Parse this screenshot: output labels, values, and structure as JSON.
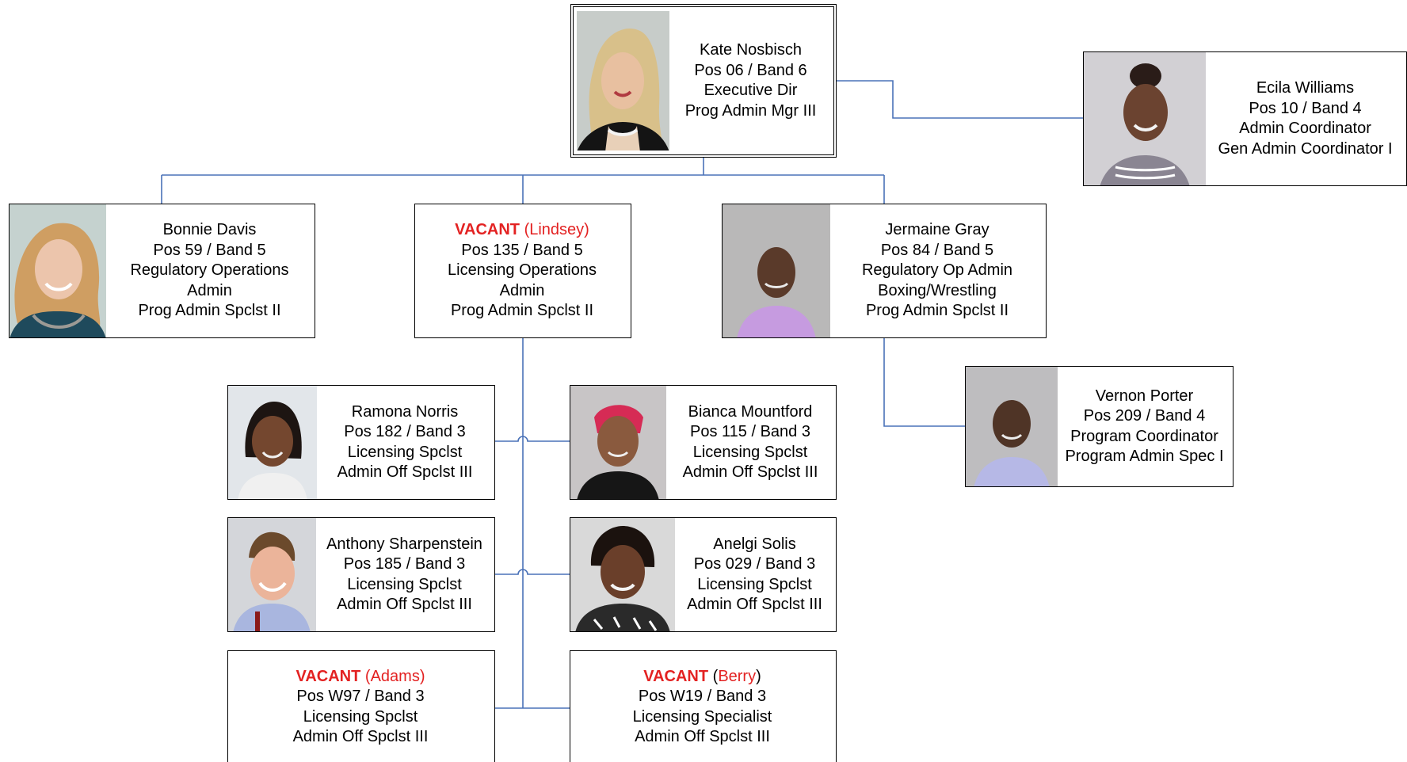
{
  "chart": {
    "line_color": "#4a72b8",
    "vacant_color": "#e32222"
  },
  "people": {
    "kate": {
      "name": "Kate Nosbisch",
      "pos": "Pos 06 / Band 6",
      "role": "Executive Dir",
      "title": "Prog Admin Mgr III"
    },
    "ecila": {
      "name": "Ecila Williams",
      "pos": "Pos 10 / Band 4",
      "role": "Admin Coordinator",
      "title": "Gen Admin Coordinator I"
    },
    "bonnie": {
      "name": "Bonnie Davis",
      "pos": "Pos 59 / Band 5",
      "role1": "Regulatory Operations",
      "role2": "Admin",
      "title": "Prog Admin Spclst II"
    },
    "lindsey": {
      "vacant": "VACANT",
      "paren": "(Lindsey)",
      "pos": "Pos 135 / Band 5",
      "role1": "Licensing Operations",
      "role2": "Admin",
      "title": "Prog Admin Spclst II"
    },
    "jermaine": {
      "name": "Jermaine Gray",
      "pos": "Pos 84 / Band 5",
      "role1": "Regulatory Op Admin",
      "role2": "Boxing/Wrestling",
      "title": "Prog Admin Spclst II"
    },
    "vernon": {
      "name": "Vernon Porter",
      "pos": "Pos 209 / Band 4",
      "role": "Program Coordinator",
      "title": "Program Admin Spec I"
    },
    "ramona": {
      "name": "Ramona Norris",
      "pos": "Pos 182 / Band 3",
      "role": "Licensing Spclst",
      "title": "Admin Off Spclst III"
    },
    "bianca": {
      "name": "Bianca Mountford",
      "pos": "Pos 115 / Band 3",
      "role": "Licensing Spclst",
      "title": "Admin Off Spclst III"
    },
    "anthony": {
      "name": "Anthony Sharpenstein",
      "pos": "Pos 185 / Band 3",
      "role": "Licensing Spclst",
      "title": "Admin Off Spclst III"
    },
    "anelgi": {
      "name": "Anelgi Solis",
      "pos": "Pos 029 / Band 3",
      "role": "Licensing Spclst",
      "title": "Admin Off Spclst III"
    },
    "adams": {
      "vacant": "VACANT",
      "paren": "(Adams)",
      "pos": "Pos W97 / Band 3",
      "role": "Licensing Spclst",
      "title": "Admin Off Spclst III"
    },
    "berry": {
      "vacant": "VACANT",
      "paren_open": "(",
      "paren_name": "Berry",
      "paren_close": ")",
      "pos": "Pos W19 / Band 3",
      "role": "Licensing Specialist",
      "title": "Admin Off Spclst III"
    }
  }
}
